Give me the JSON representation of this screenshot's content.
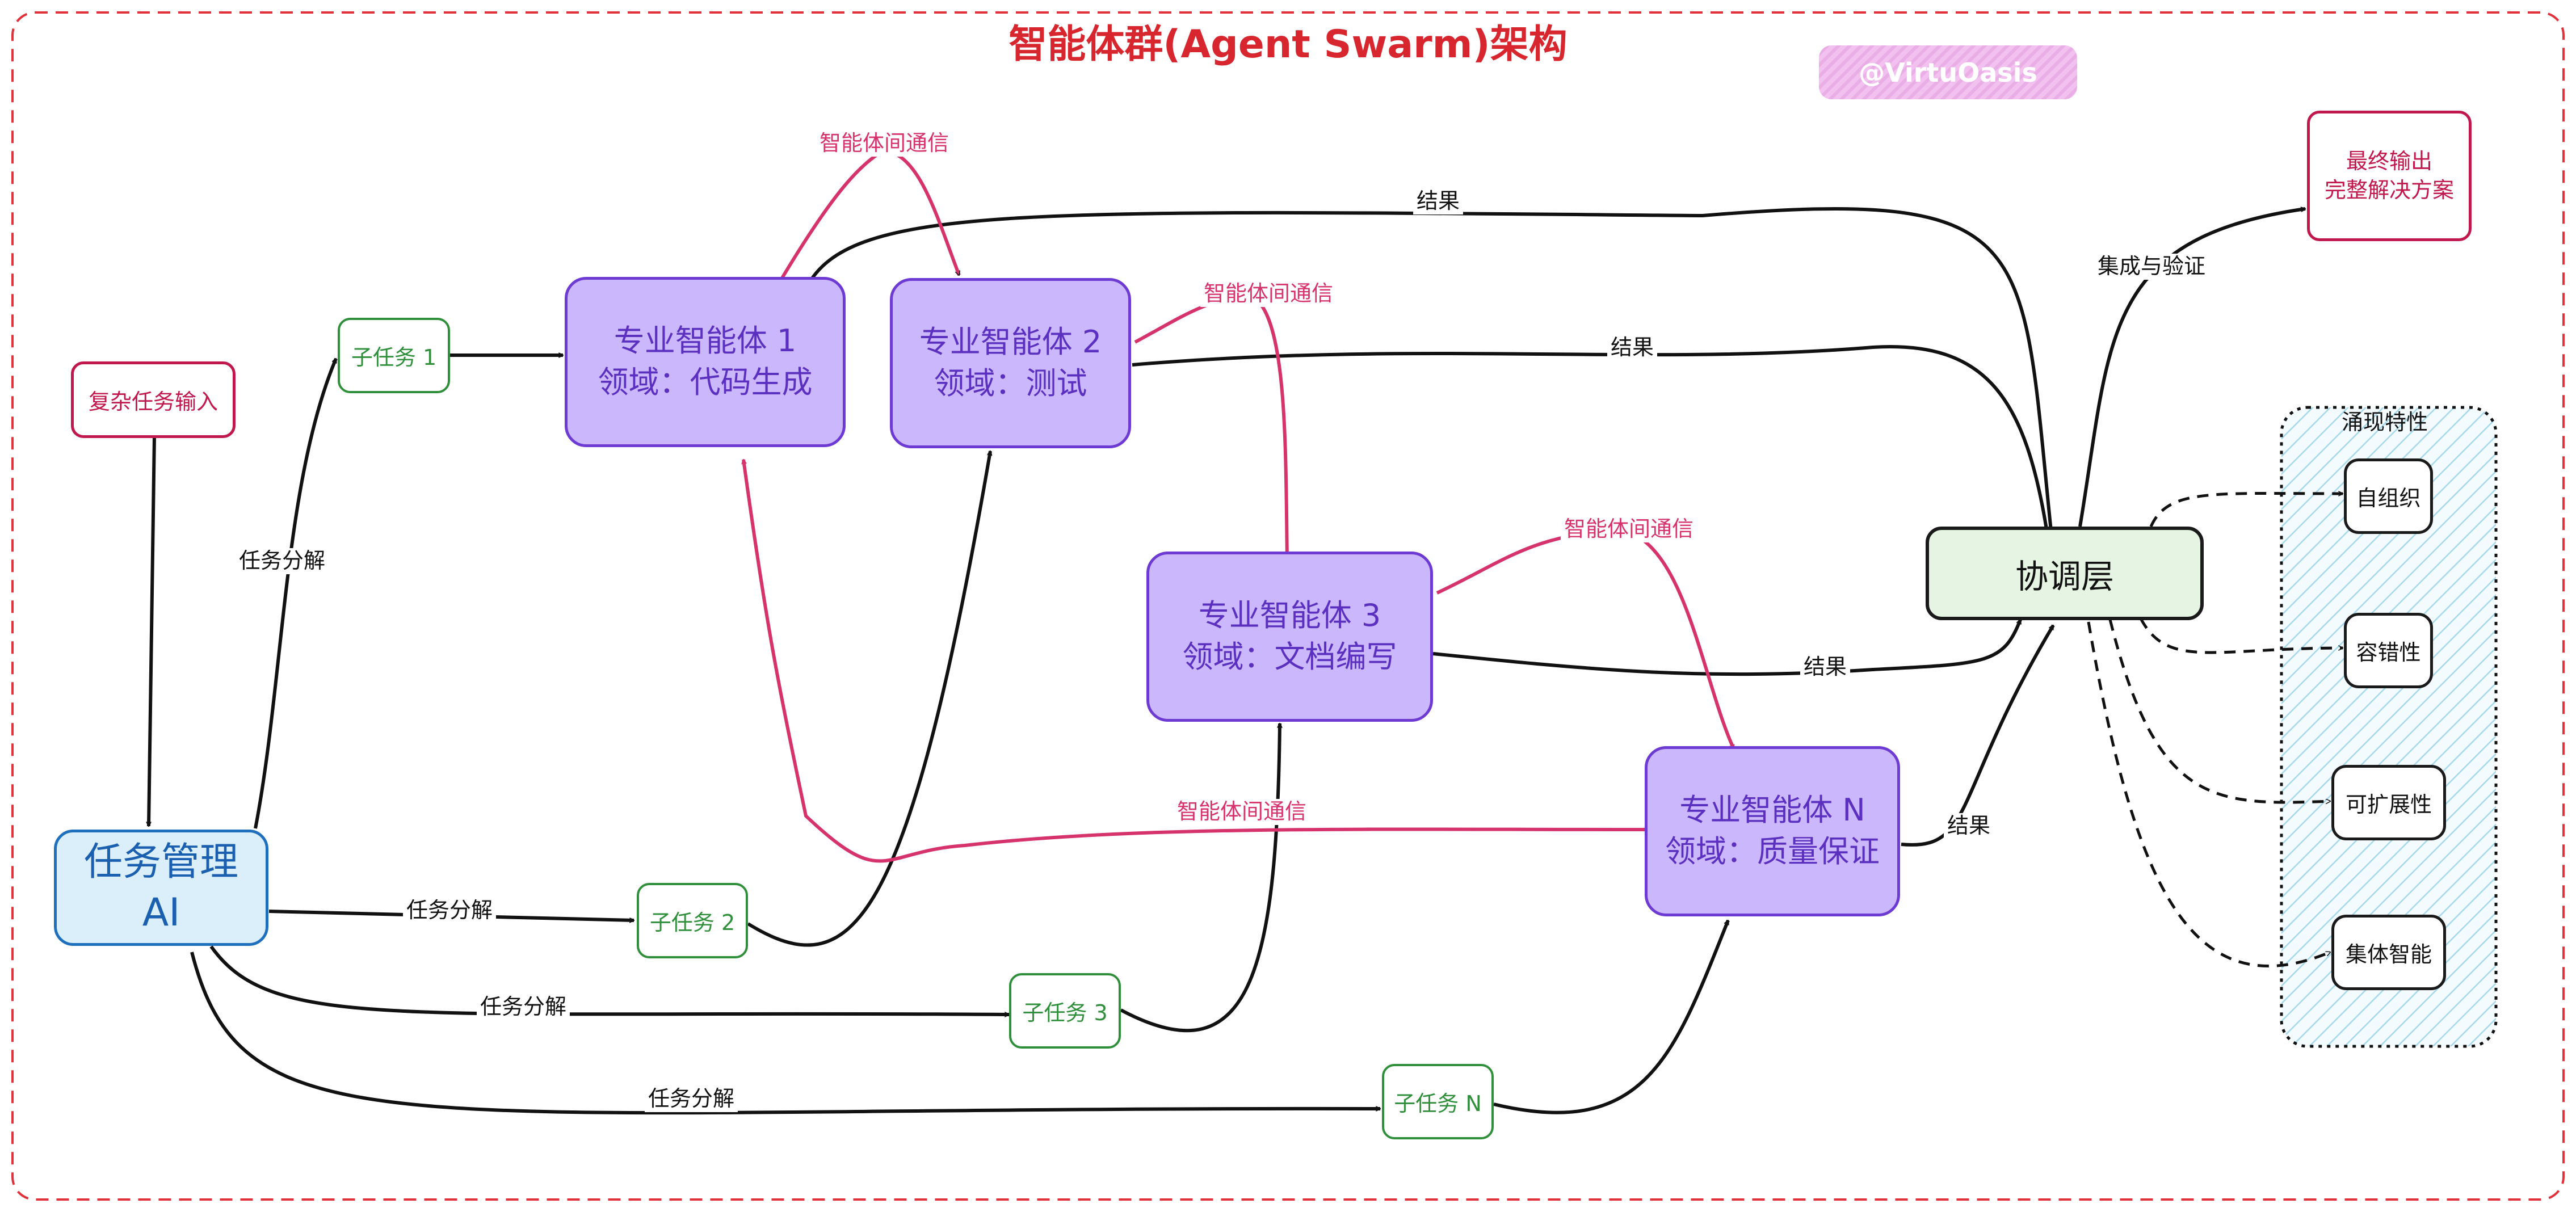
{
  "title": "智能体群(Agent Swarm)架构",
  "watermark": "@VirtuOasis",
  "nodes": {
    "input": "复杂任务输入",
    "manager": {
      "line1": "任务管理",
      "line2": "AI"
    },
    "subtask1": "子任务 1",
    "subtask2": "子任务 2",
    "subtask3": "子任务 3",
    "subtaskN": "子任务 N",
    "agent1": {
      "line1": "专业智能体 1",
      "line2": "领域：代码生成"
    },
    "agent2": {
      "line1": "专业智能体 2",
      "line2": "领域：测试"
    },
    "agent3": {
      "line1": "专业智能体 3",
      "line2": "领域：文档编写"
    },
    "agentN": {
      "line1": "专业智能体 N",
      "line2": "领域：质量保证"
    },
    "coordination": "协调层",
    "output": {
      "line1": "最终输出",
      "line2": "完整解决方案"
    }
  },
  "emergent": {
    "title": "涌现特性",
    "items": [
      "自组织",
      "容错性",
      "可扩展性",
      "集体智能"
    ]
  },
  "edge_labels": {
    "decompose1": "任务分解",
    "decompose2": "任务分解",
    "decompose3": "任务分解",
    "decomposeN": "任务分解",
    "comm12": "智能体间通信",
    "comm23": "智能体间通信",
    "comm3N": "智能体间通信",
    "commN1": "智能体间通信",
    "result1": "结果",
    "result2": "结果",
    "result3": "结果",
    "resultN": "结果",
    "integrate": "集成与验证"
  },
  "colors": {
    "title": "#d8262f",
    "agent_fill": "#cbb8fc",
    "agent_border": "#6d3ad3",
    "subtask": "#2f8f3a",
    "input": "#c0174d",
    "manager_fill": "#dbeffb",
    "communication": "#d6336c",
    "coordination_fill": "#e6f4e3"
  }
}
